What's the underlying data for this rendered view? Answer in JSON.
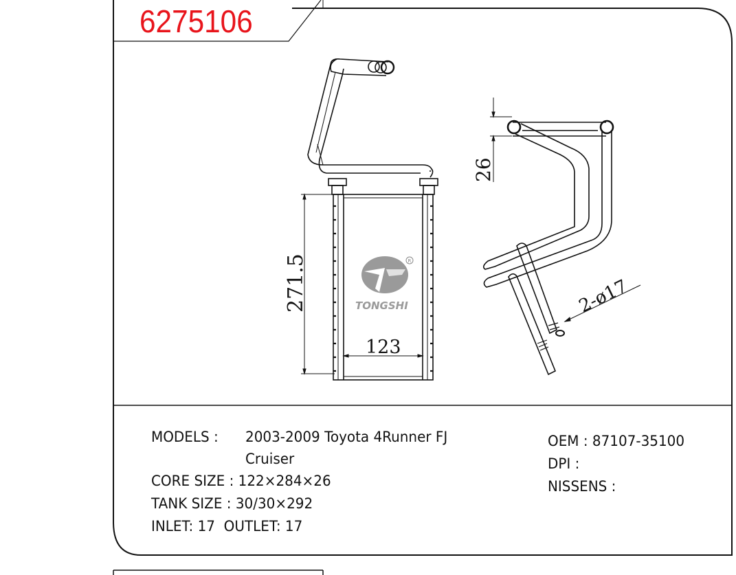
{
  "part_number": "6275106",
  "drawing": {
    "dimensions": {
      "height": "271.5",
      "width": "123",
      "depth": "26",
      "pipe": "2-ø17"
    },
    "logo_text": "TONGSHI"
  },
  "specs": {
    "models_label": "MODELS :",
    "models_value": "2003-2009 Toyota 4Runner FJ",
    "models_value_cont": "Cruiser",
    "core_size": "CORE SIZE : 122×284×26",
    "tank_size": "TANK SIZE : 30/30×292",
    "inlet_outlet": "INLET: 17  OUTLET: 17",
    "oem": "OEM : 87107-35100",
    "dpi": "DPI :",
    "nissens": "NISSENS :"
  }
}
